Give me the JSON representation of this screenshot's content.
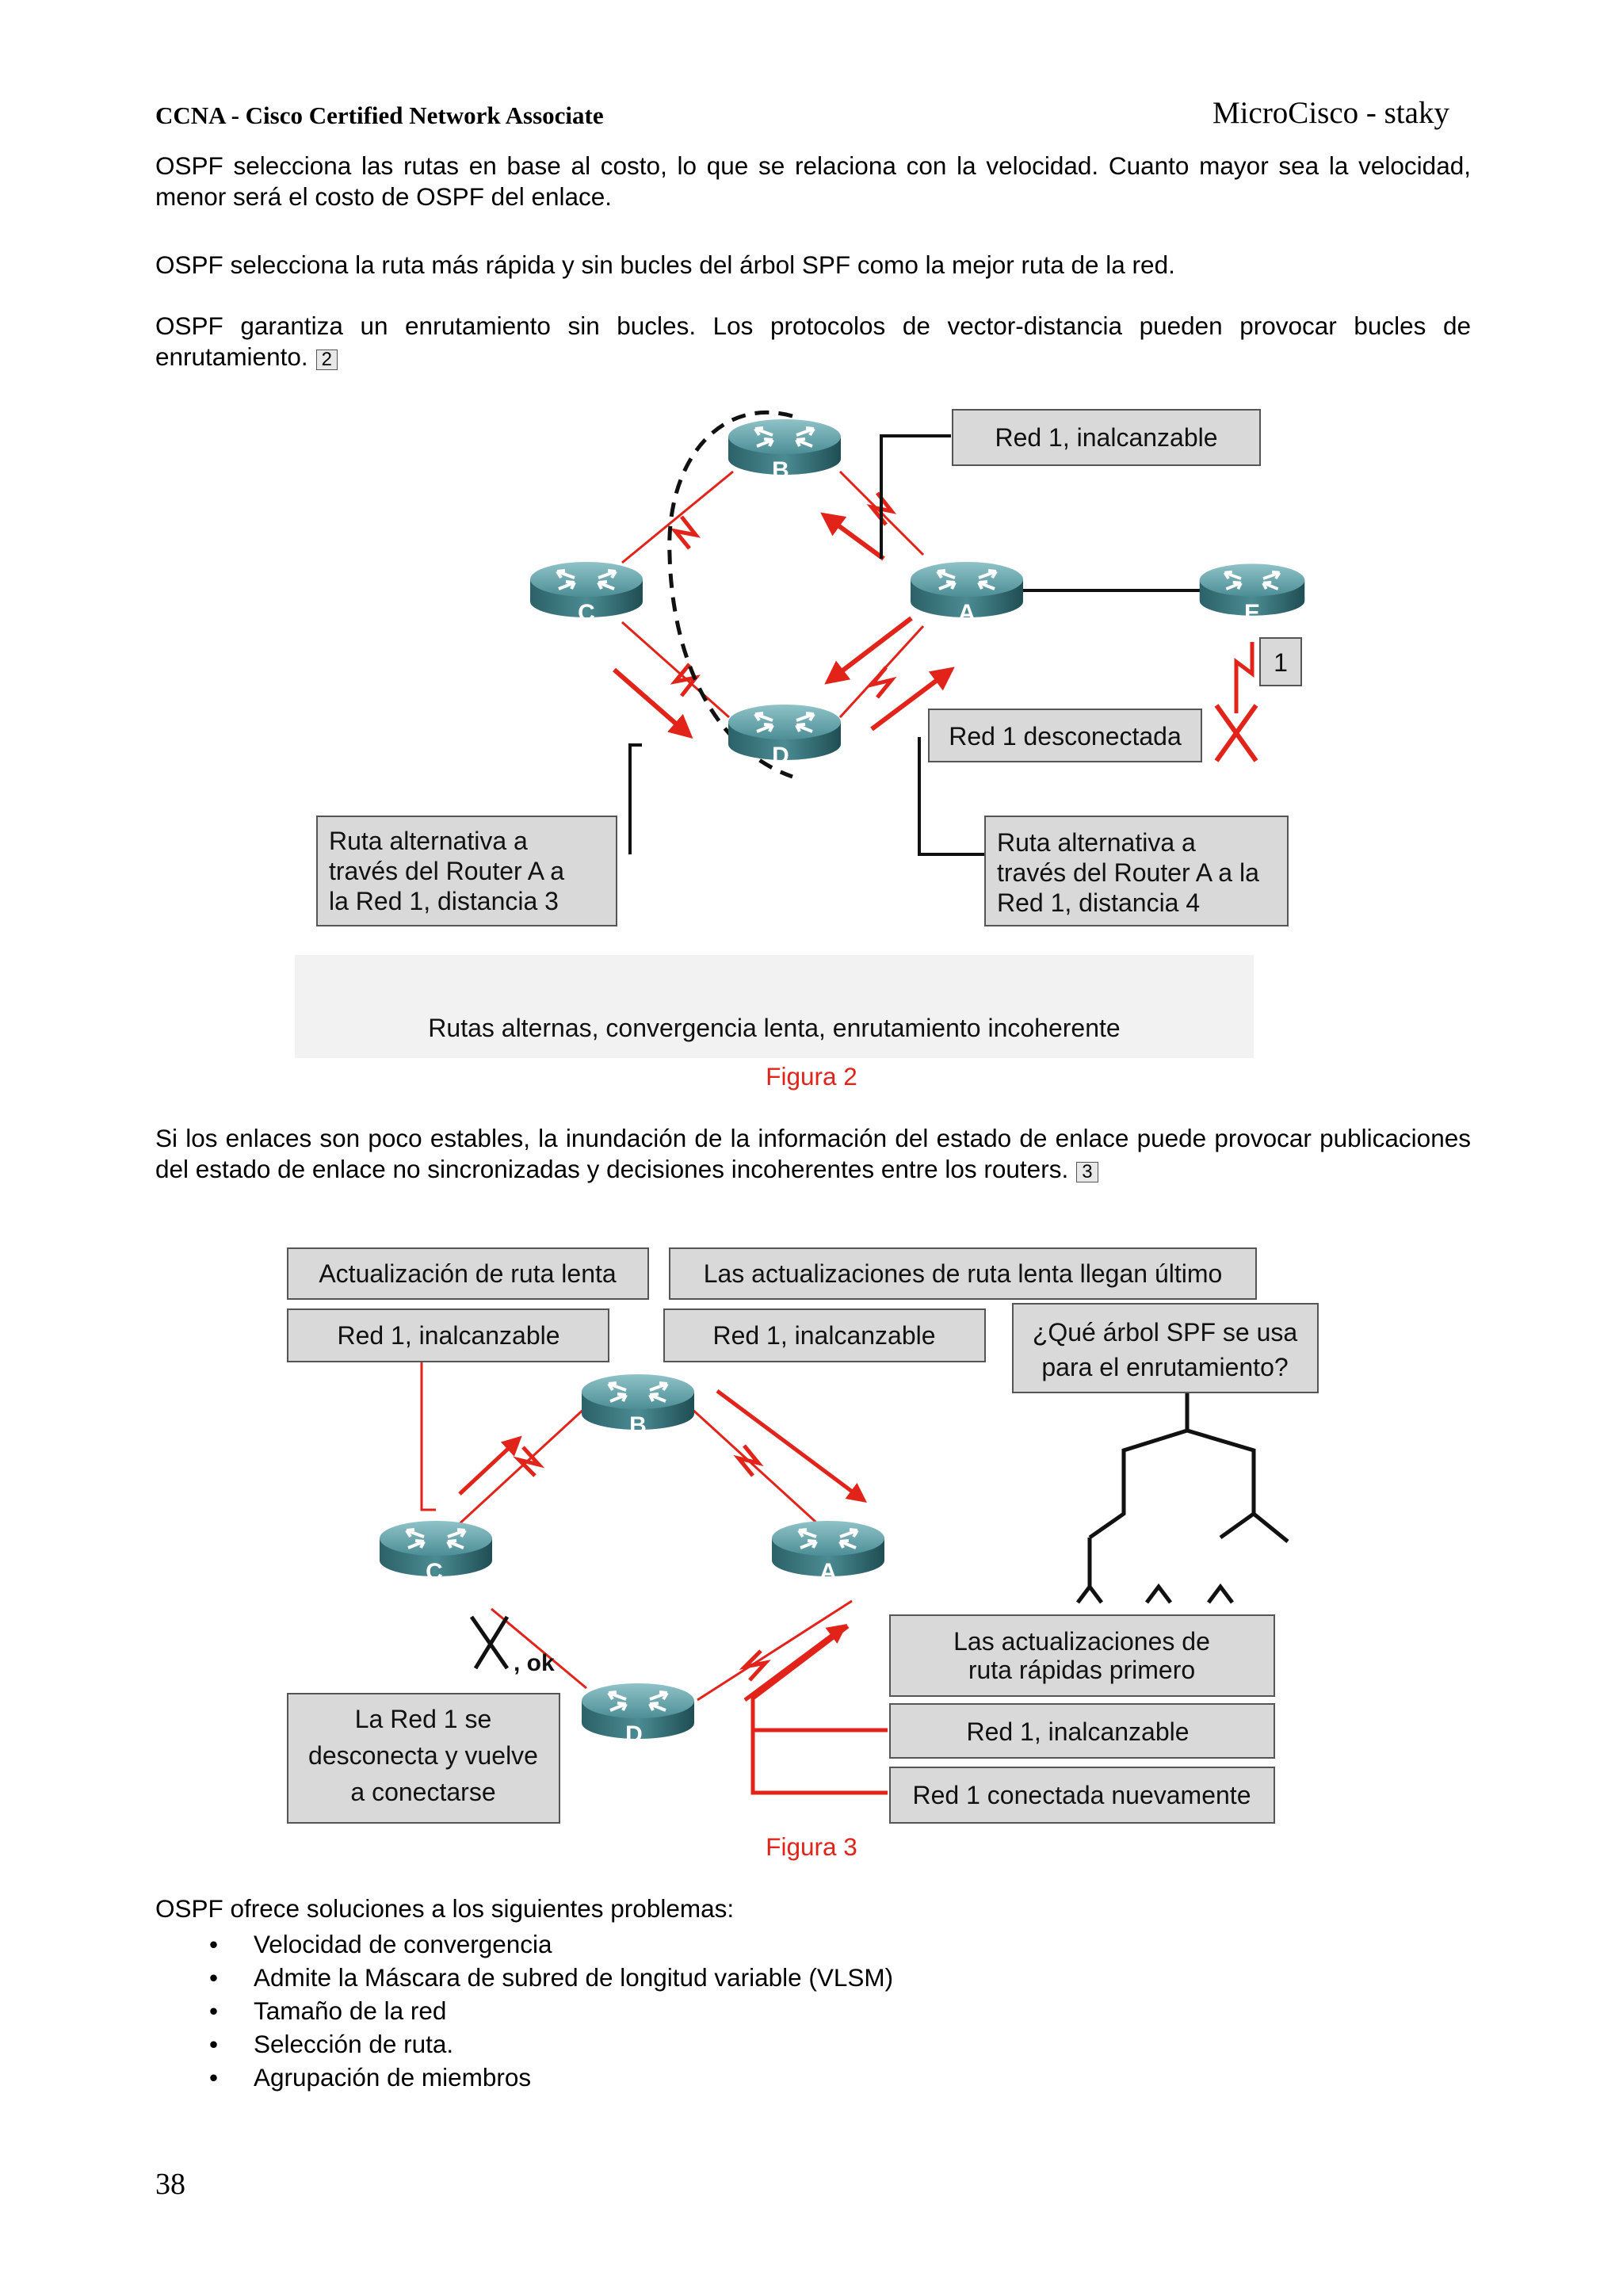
{
  "header": {
    "left": "CCNA - Cisco Certified Network Associate",
    "right": "MicroCisco - staky"
  },
  "paragraphs": [
    "OSPF selecciona las rutas en base al costo, lo que se relaciona con la velocidad. Cuanto mayor sea la velocidad, menor será el costo de OSPF del enlace.",
    "OSPF selecciona la ruta más rápida y sin bucles del árbol SPF como la mejor ruta de la red.",
    "OSPF garantiza un enrutamiento sin bucles. Los protocolos de vector-distancia pueden provocar bucles de enrutamiento.",
    "Si los enlaces son poco estables, la inundación de la información del estado de enlace puede provocar publicaciones del estado de enlace no sincronizadas y decisiones incoherentes entre los routers."
  ],
  "refs": {
    "fig2": "2",
    "fig3": "3"
  },
  "figure2": {
    "routers": {
      "b": "B",
      "c": "C",
      "a": "A",
      "e": "E",
      "d": "D"
    },
    "box_unreachable": "Red 1, inalcanzable",
    "box_disconnected": "Red 1 desconectada",
    "box_num": "1",
    "left_box": [
      "Ruta alternativa a",
      "través del Router A a",
      "la Red 1, distancia 3"
    ],
    "right_box": [
      "Ruta alternativa a",
      "través del Router A a la",
      "Red 1, distancia 4"
    ],
    "banner": "Rutas alternas, convergencia lenta, enrutamiento incoherente",
    "caption": "Figura 2"
  },
  "figure3": {
    "routers": {
      "b": "B",
      "c": "C",
      "a": "A",
      "d": "D"
    },
    "slow_update": "Actualización de ruta lenta",
    "slow_last": "Las actualizaciones de ruta lenta llegan último",
    "unreachable_left": "Red 1, inalcanzable",
    "unreachable_mid": "Red 1, inalcanzable",
    "question": [
      "¿Qué árbol SPF se usa",
      "para el enrutamiento?"
    ],
    "ok": ", ok",
    "disconnect_box": [
      "La Red 1 se",
      "desconecta y vuelve",
      "a conectarse"
    ],
    "fast_updates": [
      "Las actualizaciones de",
      "ruta rápidas primero"
    ],
    "unreachable_right": "Red 1, inalcanzable",
    "reconnected": "Red 1 conectada nuevamente",
    "caption": "Figura 3"
  },
  "solutions_intro": "OSPF ofrece soluciones a los siguientes problemas:",
  "solutions": [
    "Velocidad de convergencia",
    "Admite la Máscara de subred de longitud variable (VLSM)",
    "Tamaño de la red",
    "Selección de ruta.",
    "Agrupación de miembros"
  ],
  "page_number": "38",
  "colors": {
    "red": "#e2231a",
    "router_top": "#5d9aa1",
    "router_side": "#2f6b72",
    "box_fill": "#d9d9d9"
  }
}
